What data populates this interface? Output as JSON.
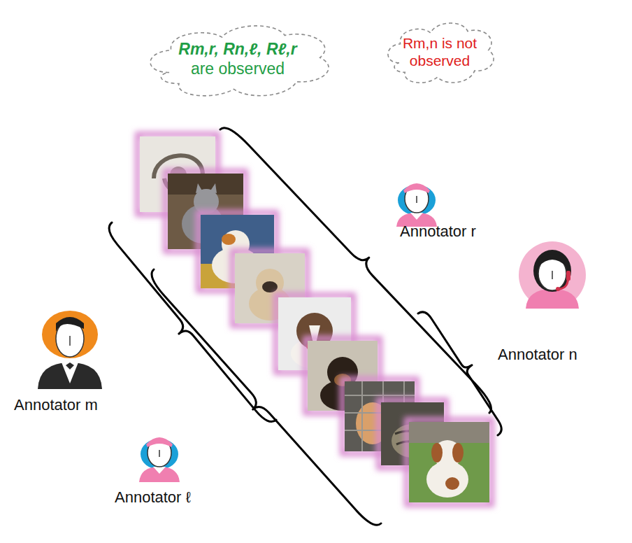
{
  "diagram": {
    "nodes": [
      {
        "text": [
          "Rm,r, Rn,ℓ, Rℓ,r",
          "are observed"
        ]
      },
      {
        "text": [
          "Rm,n is not observed"
        ]
      }
    ],
    "labels": [
      "Annotator r",
      "Annotator n",
      "Annotator m",
      "Annotator ℓ"
    ]
  }
}
